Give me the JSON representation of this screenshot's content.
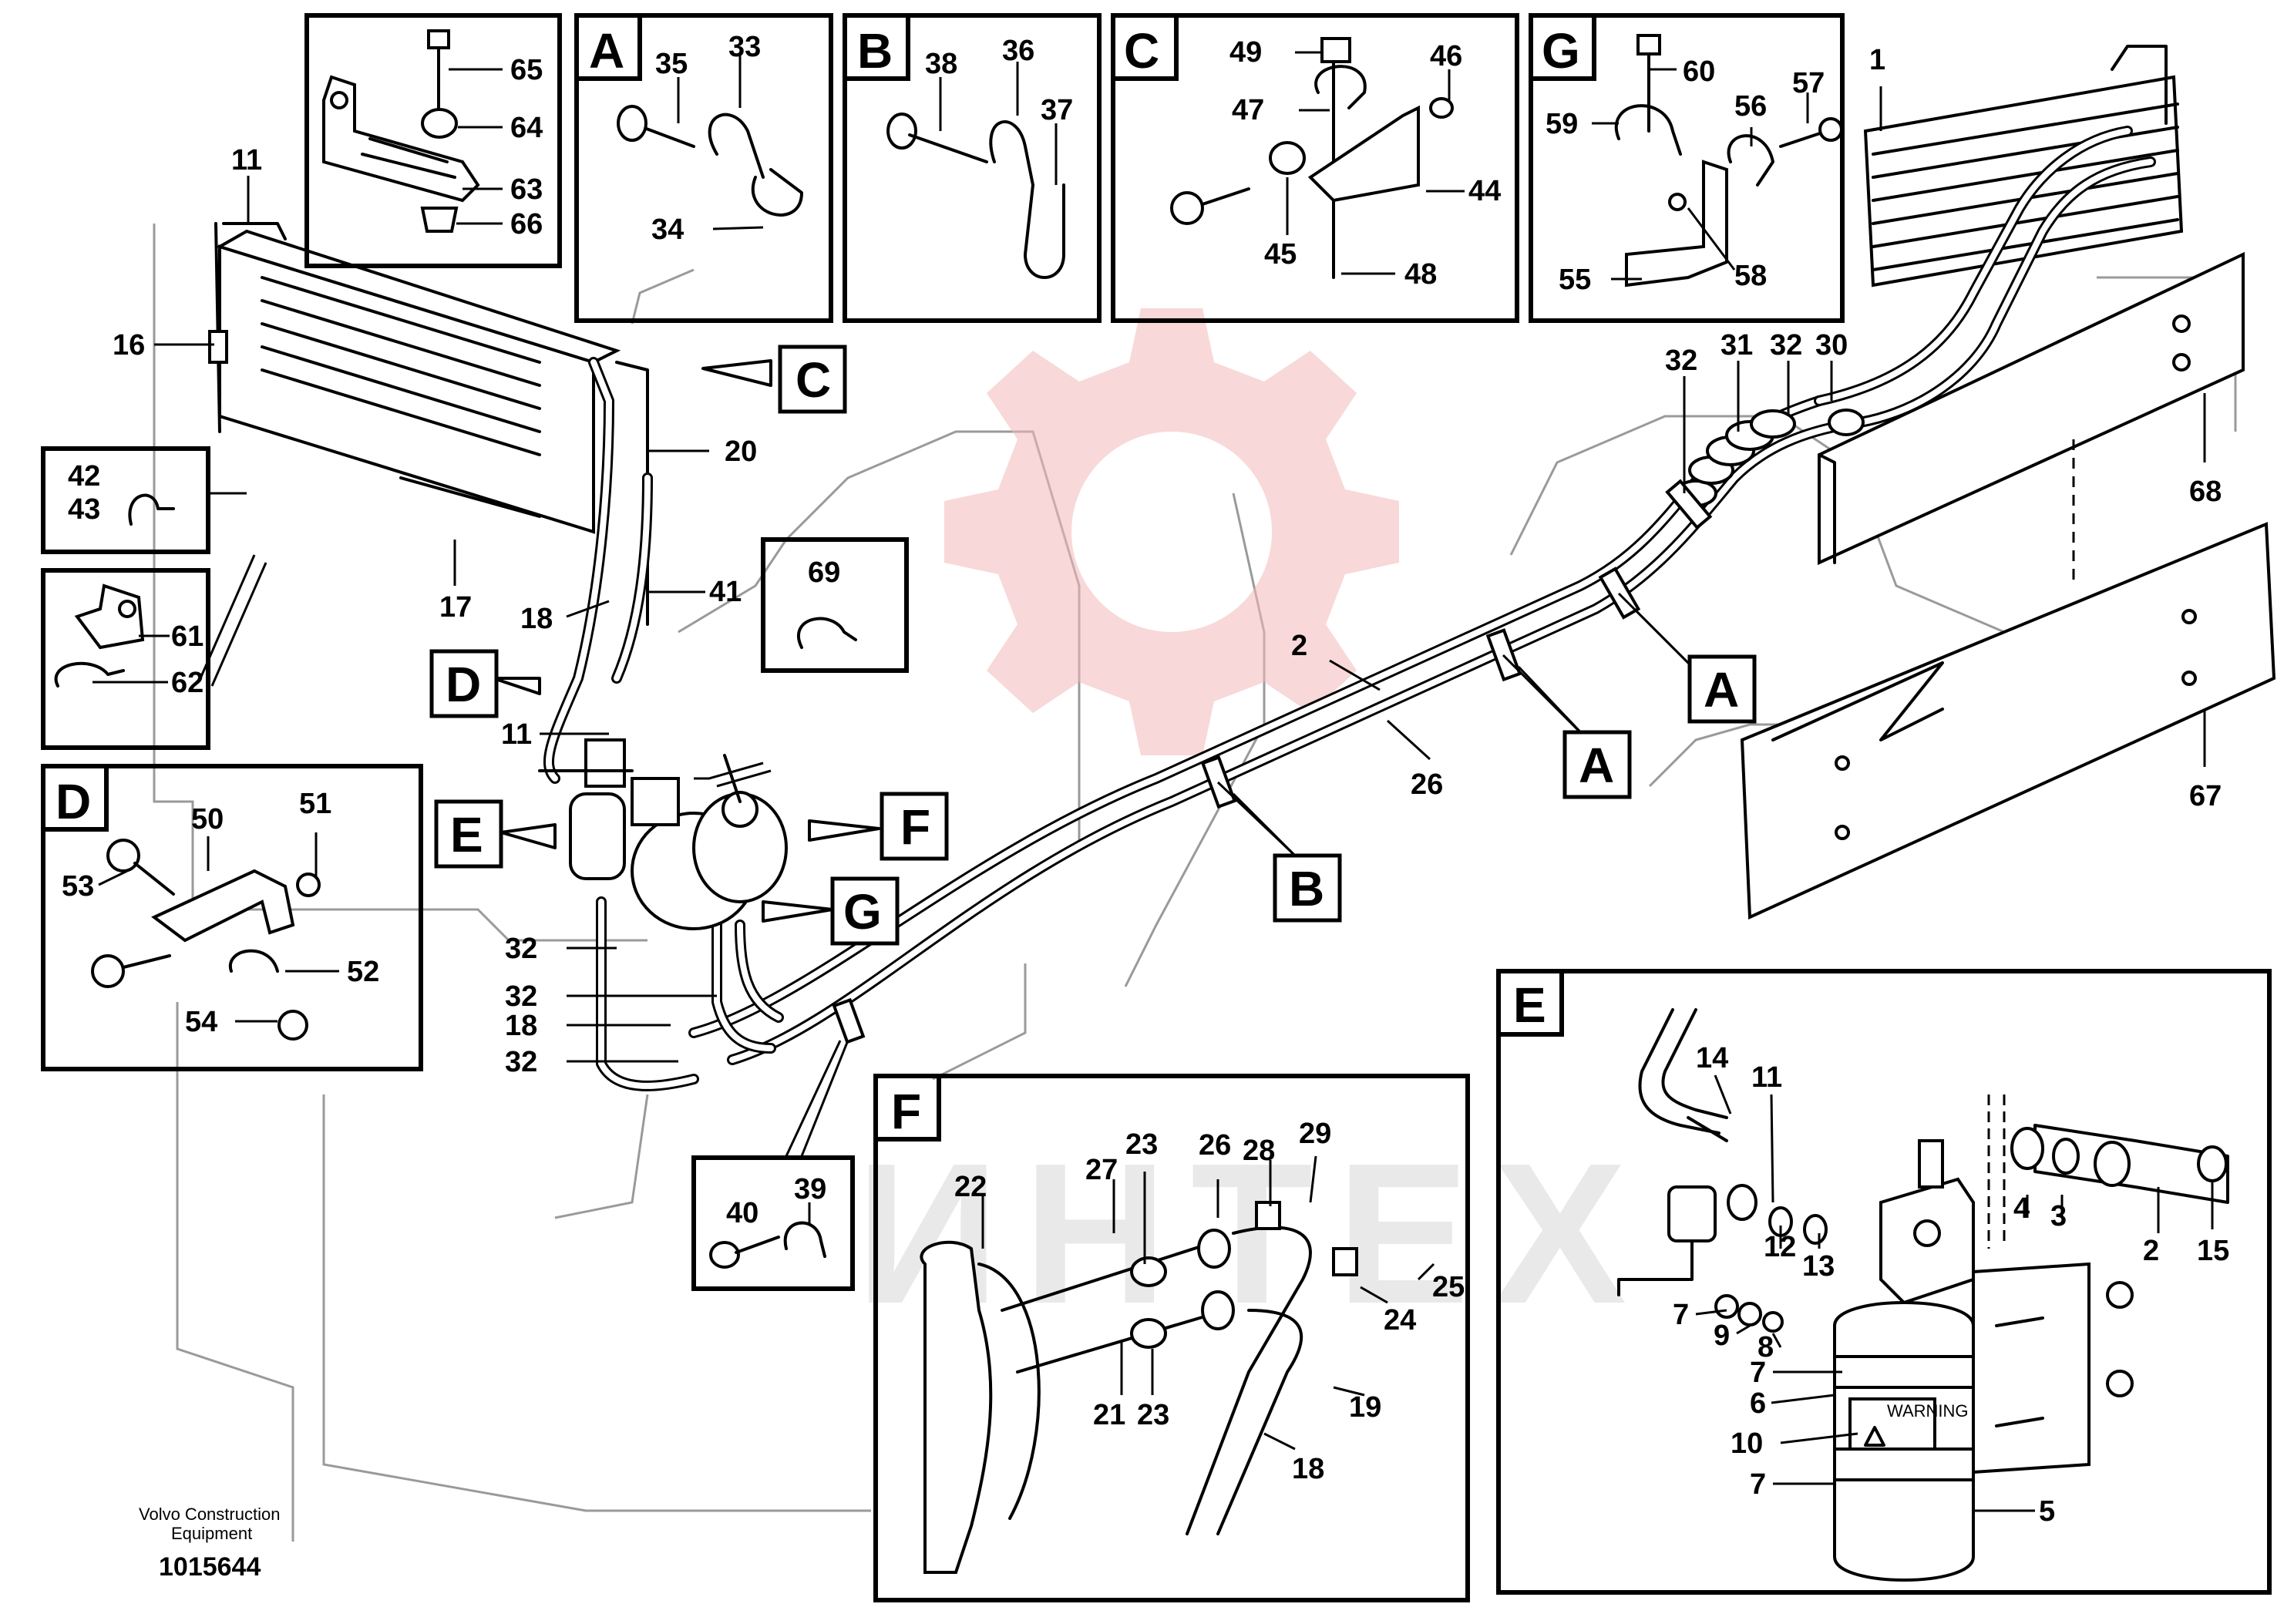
{
  "brand": {
    "company_line1": "Volvo Construction",
    "company_line2": "Equipment",
    "drawing_number": "1015644"
  },
  "watermark": {
    "text": "ИНТЕХ",
    "color": "#f2b8b8"
  },
  "boxes": {
    "box_65": {
      "labels": [
        "65",
        "64",
        "63",
        "66"
      ]
    },
    "A": {
      "letter": "A",
      "labels": [
        "35",
        "33",
        "34"
      ]
    },
    "B": {
      "letter": "B",
      "labels": [
        "38",
        "36",
        "37"
      ]
    },
    "C": {
      "letter": "C",
      "labels": [
        "49",
        "46",
        "47",
        "44",
        "45",
        "48"
      ]
    },
    "G": {
      "letter": "G",
      "labels": [
        "60",
        "57",
        "56",
        "59",
        "55",
        "58"
      ]
    },
    "box_42": {
      "labels": [
        "42",
        "43"
      ]
    },
    "box_61": {
      "labels": [
        "61",
        "62"
      ]
    },
    "D": {
      "letter": "D",
      "labels": [
        "50",
        "51",
        "53",
        "52",
        "54"
      ]
    },
    "box_69": {
      "labels": [
        "69"
      ]
    },
    "box_40": {
      "labels": [
        "40",
        "39"
      ]
    },
    "F": {
      "letter": "F",
      "labels": [
        "26",
        "29",
        "23",
        "28",
        "27",
        "22",
        "25",
        "24",
        "21",
        "23",
        "19",
        "18"
      ]
    },
    "E": {
      "letter": "E",
      "labels": [
        "14",
        "11",
        "4",
        "3",
        "12",
        "13",
        "2",
        "15",
        "7",
        "9",
        "8",
        "7",
        "6",
        "10",
        "7",
        "5"
      ],
      "warning": "WARNING"
    }
  },
  "main_labels": [
    "11",
    "16",
    "17",
    "18",
    "20",
    "41",
    "11",
    "32",
    "32",
    "18",
    "32",
    "2",
    "26",
    "32",
    "31",
    "32",
    "30",
    "1",
    "68",
    "67"
  ],
  "tags": {
    "C": "C",
    "D": "D",
    "E": "E",
    "F": "F",
    "G": "G",
    "A1": "A",
    "A2": "A",
    "B": "B"
  }
}
